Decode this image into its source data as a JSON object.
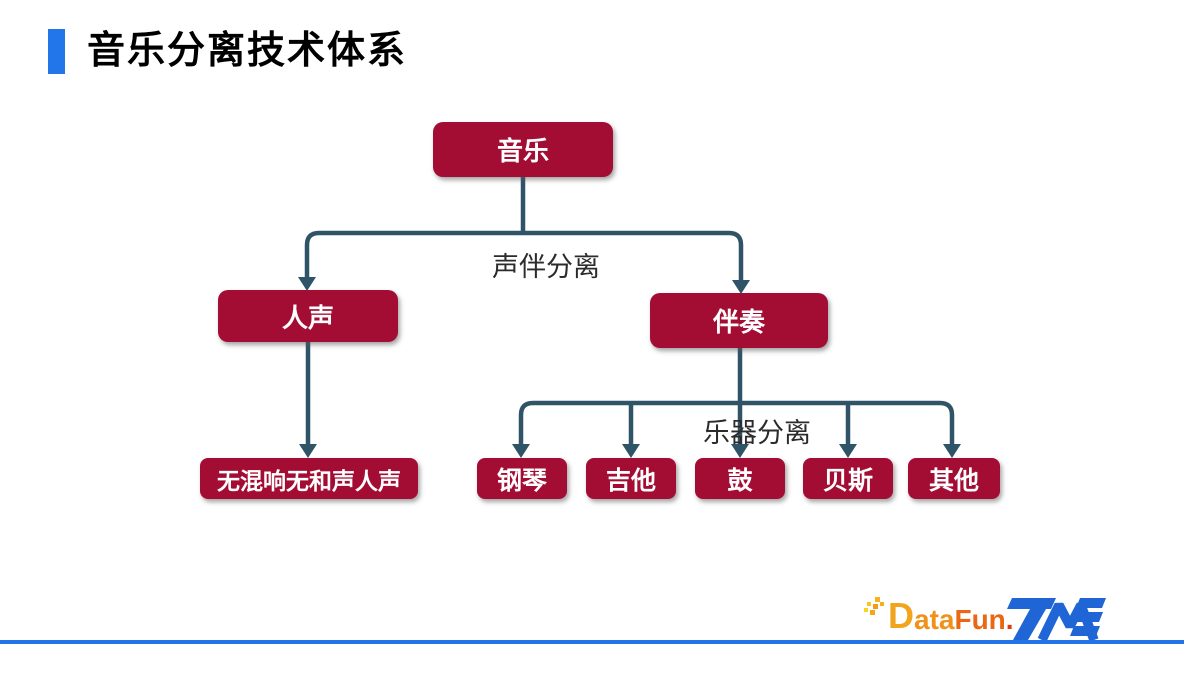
{
  "slide_title": "音乐分离技术体系",
  "diagram": {
    "nodes": [
      {
        "id": "music",
        "label": "音乐"
      },
      {
        "id": "vocals",
        "label": "人声"
      },
      {
        "id": "accompaniment",
        "label": "伴奏"
      },
      {
        "id": "dry_vocals",
        "label": "无混响无和声人声"
      },
      {
        "id": "piano",
        "label": "钢琴"
      },
      {
        "id": "guitar",
        "label": "吉他"
      },
      {
        "id": "drums",
        "label": "鼓"
      },
      {
        "id": "bass",
        "label": "贝斯"
      },
      {
        "id": "other",
        "label": "其他"
      }
    ],
    "edge_labels": [
      {
        "text": "声伴分离"
      },
      {
        "text": "乐器分离"
      }
    ],
    "edges": [
      {
        "from": "music",
        "to": "vocals"
      },
      {
        "from": "music",
        "to": "accompaniment"
      },
      {
        "from": "vocals",
        "to": "dry_vocals"
      },
      {
        "from": "accompaniment",
        "to": "piano"
      },
      {
        "from": "accompaniment",
        "to": "guitar"
      },
      {
        "from": "accompaniment",
        "to": "drums"
      },
      {
        "from": "accompaniment",
        "to": "bass"
      },
      {
        "from": "accompaniment",
        "to": "other"
      }
    ],
    "colors": {
      "node_fill": "#A40D33",
      "node_text": "#FFFFFF",
      "connector": "#2F5468",
      "title_accent": "#2276E9",
      "bottom_line": "#2474E8"
    }
  },
  "footer": {
    "datafun_d": "D",
    "datafun_ata": "ata",
    "datafun_fun": "Fun",
    "datafun_dot": ".",
    "tme_text": "TME"
  }
}
